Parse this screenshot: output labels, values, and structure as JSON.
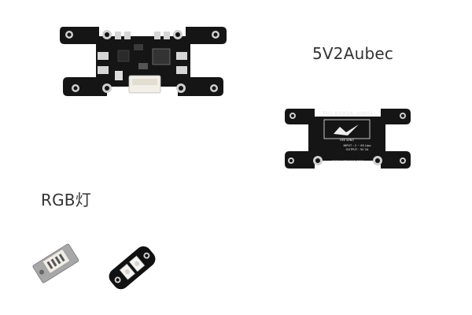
{
  "labels": {
    "ubec": "5V2Aubec",
    "rgb": "RGB灯"
  },
  "board_back": {
    "model": "T01-E5V2A-10801",
    "input": "INPUT : 2 ~ 6S Lipo",
    "output": "OUTPUT : 5V 2A",
    "website": "WWW.HEEWING.COM",
    "brand": "HEE WING"
  },
  "colors": {
    "pcb": "#151515",
    "pad": "#d8d8d8",
    "connector": "#f2efe9",
    "label_text": "#333333"
  }
}
